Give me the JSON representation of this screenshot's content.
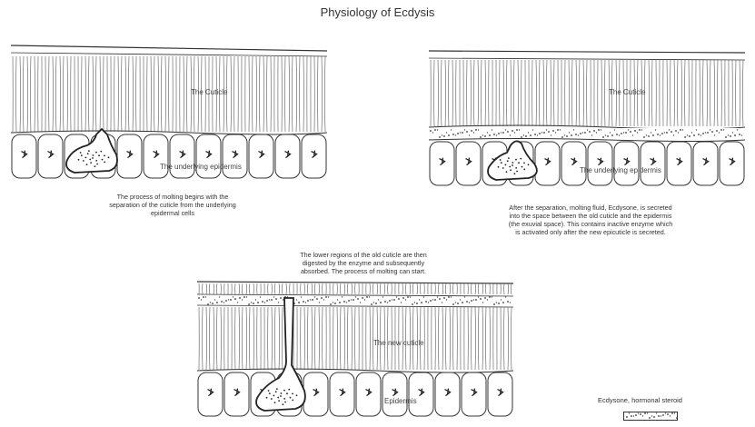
{
  "title": "Physiology of Ecdysis",
  "panels": [
    {
      "cuticle_label": "The Cuticle",
      "epidermis_label": "The underlying epidermis",
      "caption_lines": [
        "The process of molting begins with the",
        "separation of the cuticle from the underlying",
        "epidermal cells"
      ]
    },
    {
      "cuticle_label": "The Cuticle",
      "epidermis_label": "The underlying epidermis",
      "caption_lines": [
        "After the separation, molting fluid, Ecdysone, is secreted",
        "into the space between the old cuticle and the epidermis",
        "(the exuvial space).  This contains inactive enzyme which",
        "is activated only after the new epicuticle is secreted."
      ]
    },
    {
      "cuticle_label": "The new cuticle",
      "epidermis_label": "Epidermis",
      "caption_lines": [
        "The lower regions of the old cuticle are then",
        "digested by the enzyme and subsequently",
        "absorbed.  The process of molting can start."
      ]
    }
  ],
  "legend": {
    "label": "Ecdysone, hormonal steroid"
  }
}
